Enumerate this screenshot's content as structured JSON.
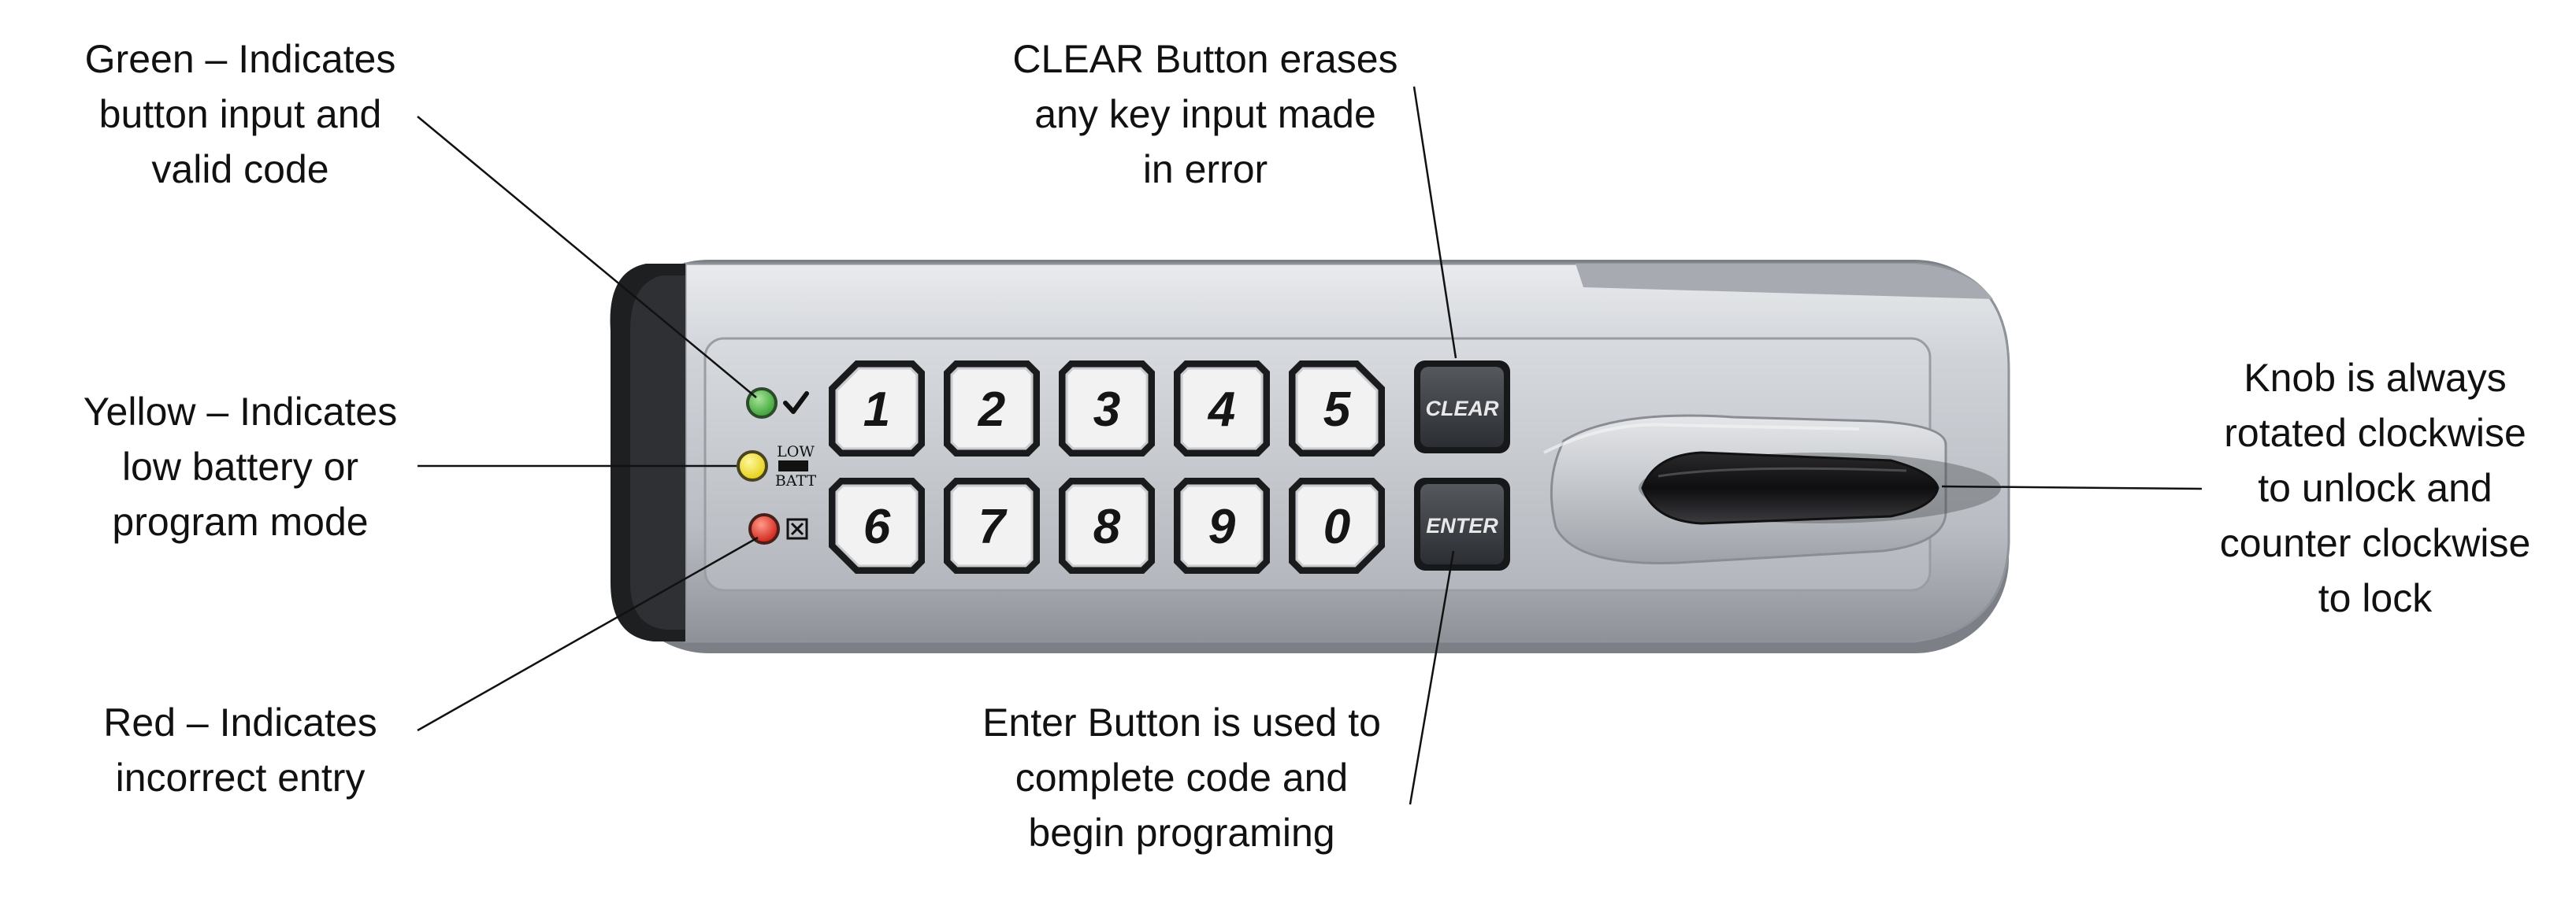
{
  "annotations": {
    "green": {
      "lines": [
        "Green – Indicates",
        "button input and",
        "valid code"
      ]
    },
    "yellow": {
      "lines": [
        "Yellow – Indicates",
        "low battery or",
        "program mode"
      ]
    },
    "red": {
      "lines": [
        "Red – Indicates",
        "incorrect entry"
      ]
    },
    "clear": {
      "lines": [
        "CLEAR Button erases",
        "any key input made",
        "in error"
      ]
    },
    "enter": {
      "lines": [
        "Enter Button is used to",
        "complete code and",
        "begin programing"
      ]
    },
    "knob": {
      "lines": [
        "Knob is always",
        "rotated clockwise",
        "to unlock and",
        "counter clockwise",
        "to lock"
      ]
    }
  },
  "keypad": {
    "row1": [
      "1",
      "2",
      "3",
      "4",
      "5"
    ],
    "row2": [
      "6",
      "7",
      "8",
      "9",
      "0"
    ],
    "clear_label": "CLEAR",
    "enter_label": "ENTER"
  },
  "indicators": {
    "low_batt_top": "LOW",
    "low_batt_bottom": "BATT"
  },
  "colors": {
    "led_green": "#3fa63a",
    "led_yellow": "#e6d21c",
    "led_red": "#d42a20",
    "body_silver": "#c9ccd1",
    "key_face": "#f2f2f2",
    "dark_key": "#3a3d41"
  }
}
